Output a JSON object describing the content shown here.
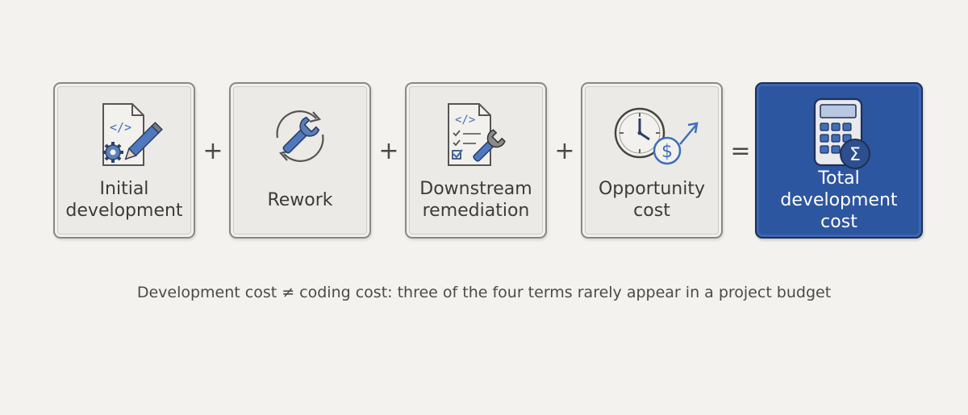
{
  "boxes": [
    {
      "label": "Initial\ndevelopment",
      "icon": "code-document-pencil-gear-icon"
    },
    {
      "label": "Rework",
      "icon": "wrench-cycle-icon"
    },
    {
      "label": "Downstream\nremediation",
      "icon": "checklist-wrench-icon"
    },
    {
      "label": "Opportunity\ncost",
      "icon": "clock-dollar-arrow-icon"
    },
    {
      "label": "Total development\ncost",
      "icon": "calculator-sigma-icon"
    }
  ],
  "operators": [
    "+",
    "+",
    "+",
    "="
  ],
  "caption": "Development cost ≠ coding cost: three of the four terms rarely appear in a project budget",
  "colors": {
    "accent": "#2d56a0",
    "icon_blue": "#3f6fb8",
    "ink": "#3a3a3a",
    "background": "#f4f2ee"
  }
}
